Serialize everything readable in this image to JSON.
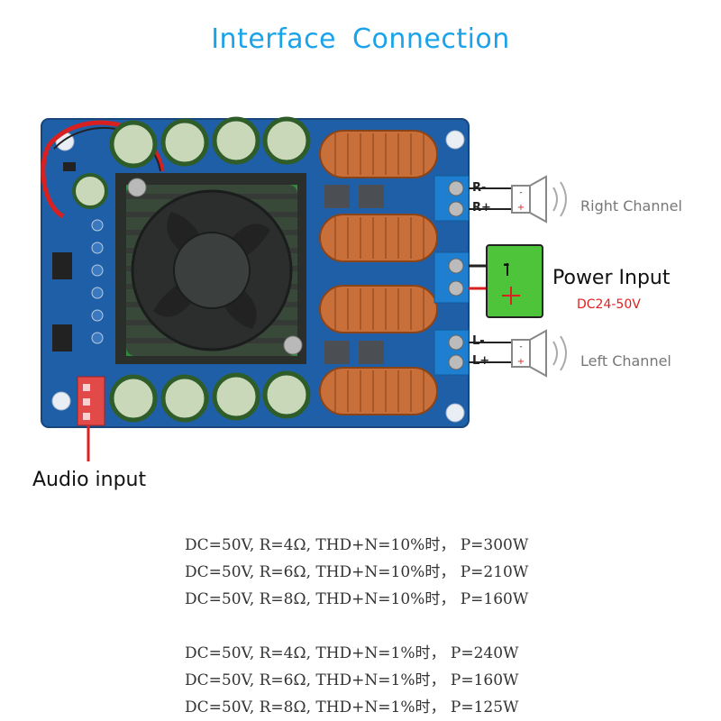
{
  "title": "Interface  Connection",
  "labels": {
    "right_channel": "Right Channel",
    "left_channel": "Left Channel",
    "power_input": "Power Input",
    "power_voltage": "DC24-50V",
    "audio_input": "Audio input"
  },
  "terminals": {
    "r_minus": "R-",
    "r_plus": "R+",
    "l_minus": "L-",
    "l_plus": "L+",
    "pwr_minus": "-",
    "pwr_plus": "+"
  },
  "specs_thd10": [
    "DC=50V, R=4Ω, THD+N=10%时， P=300W",
    "DC=50V, R=6Ω, THD+N=10%时， P=210W",
    "DC=50V, R=8Ω, THD+N=10%时， P=160W"
  ],
  "specs_thd1": [
    "DC=50V, R=4Ω, THD+N=1%时， P=240W",
    "DC=50V, R=6Ω, THD+N=1%时， P=160W",
    "DC=50V, R=8Ω, THD+N=1%时， P=125W"
  ],
  "colors": {
    "title": "#1aa3e8",
    "board": "#1f5fa8",
    "terminal": "#1e7fd0",
    "battery": "#4dc43a",
    "accent_red": "#e02020"
  },
  "icons": [
    "speaker-icon",
    "battery-icon",
    "fan-icon",
    "inductor-coil-icon",
    "capacitor-icon"
  ]
}
